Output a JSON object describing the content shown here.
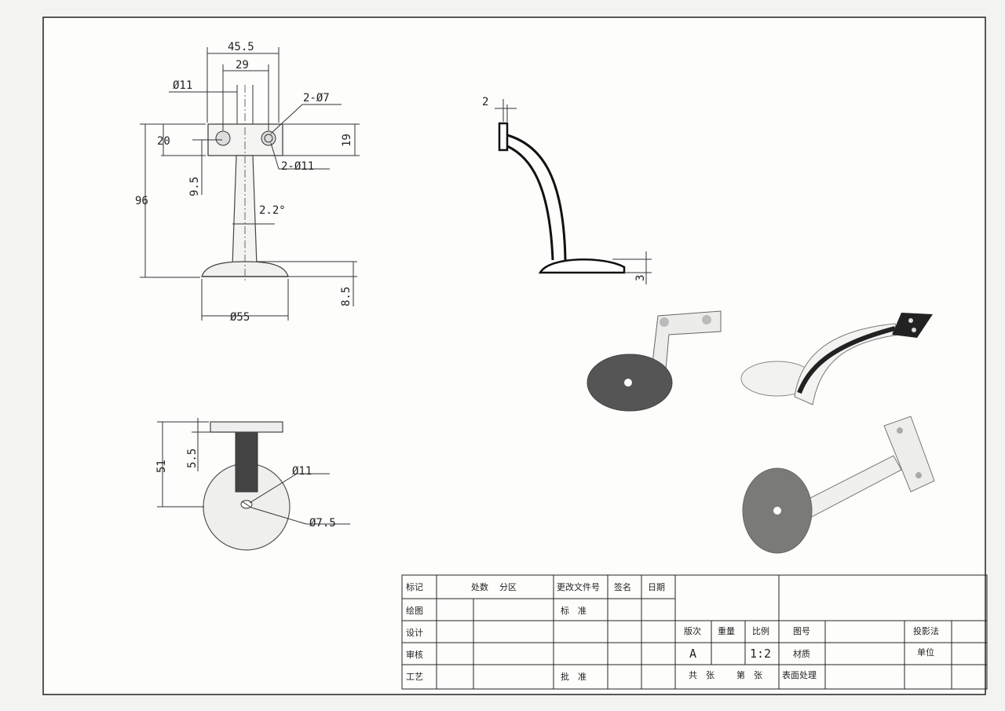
{
  "dimensions": {
    "front": {
      "width_total": "45.5",
      "hole_spacing": "29",
      "dia_11_label": "Ø11",
      "holes_7_label": "2-Ø7",
      "holes_11_label": "2-Ø11",
      "plate_height_20": "20",
      "plate_height_19": "19",
      "offset_9_5": "9.5",
      "height_96": "96",
      "taper_angle": "2.2°",
      "base_diameter": "Ø55",
      "base_height": "8.5"
    },
    "side": {
      "plate_thickness": "2",
      "base_thickness": "3"
    },
    "top": {
      "depth_51": "51",
      "plate_5_5": "5.5",
      "dia_11_label": "Ø11",
      "dia_7_5_label": "Ø7.5"
    }
  },
  "title_block": {
    "header": {
      "mark": "标记",
      "count": "处数",
      "zone": "分区",
      "change_doc": "更改文件号",
      "signature": "签名",
      "date": "日期"
    },
    "rows": {
      "drawing": "绘图",
      "design": "设计",
      "review": "审核",
      "process": "工艺"
    },
    "standard": "标　准",
    "approve": "批　准",
    "version_label": "版次",
    "weight_label": "重量",
    "scale_label": "比例",
    "drawing_no_label": "图号",
    "projection_label": "投影法",
    "version_value": "A",
    "scale_value": "1:2",
    "material_label": "材质",
    "unit_label": "单位",
    "sheets_total": "共　张",
    "sheet_no": "第　张",
    "surface_label": "表面处理"
  }
}
